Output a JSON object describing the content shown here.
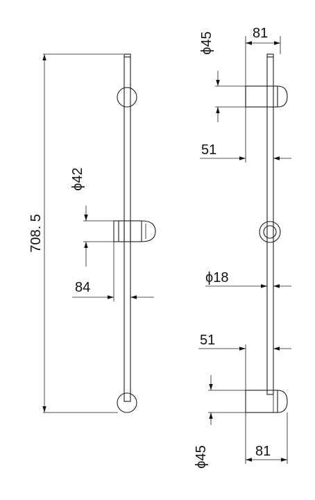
{
  "drawing": {
    "overall_length": "708. 5",
    "slider_diameter": "ϕ42",
    "slider_depth": "84",
    "bracket_top_diameter": "ϕ45",
    "bracket_top_depth": "81",
    "bracket_top_offset": "51",
    "rail_diameter": "ϕ18",
    "bracket_bottom_offset": "51",
    "bracket_bottom_diameter": "ϕ45",
    "bracket_bottom_depth": "81"
  }
}
